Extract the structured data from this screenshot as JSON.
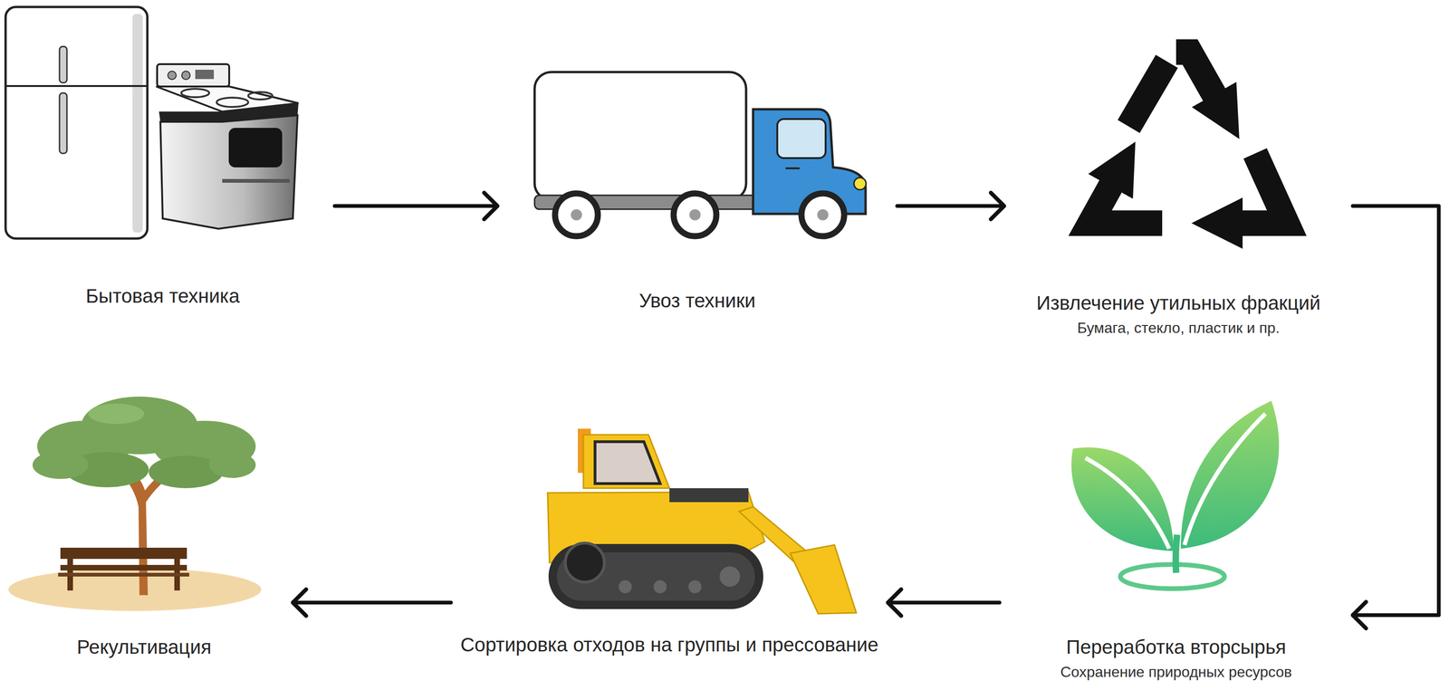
{
  "diagram": {
    "nodes": [
      {
        "text": [
          "Бытовая техника"
        ]
      },
      {
        "text": [
          "Увоз техники"
        ]
      },
      {
        "text": [
          "Извлечение утильных фракций",
          "Бумага, стекло, пластик и пр."
        ]
      },
      {
        "text": [
          "Переработка вторсырья",
          "Сохранение природных ресурсов"
        ]
      },
      {
        "text": [
          "Сортировка отходов на группы и прессование"
        ]
      },
      {
        "text": [
          "Рекультивация"
        ]
      }
    ],
    "edges": [
      {
        "from": 0,
        "to": 1,
        "arrow": "to"
      },
      {
        "from": 1,
        "to": 2,
        "arrow": "to"
      },
      {
        "from": 2,
        "to": 3,
        "arrow": "to"
      },
      {
        "from": 3,
        "to": 4,
        "arrow": "to"
      },
      {
        "from": 4,
        "to": 5,
        "arrow": "to"
      }
    ]
  }
}
